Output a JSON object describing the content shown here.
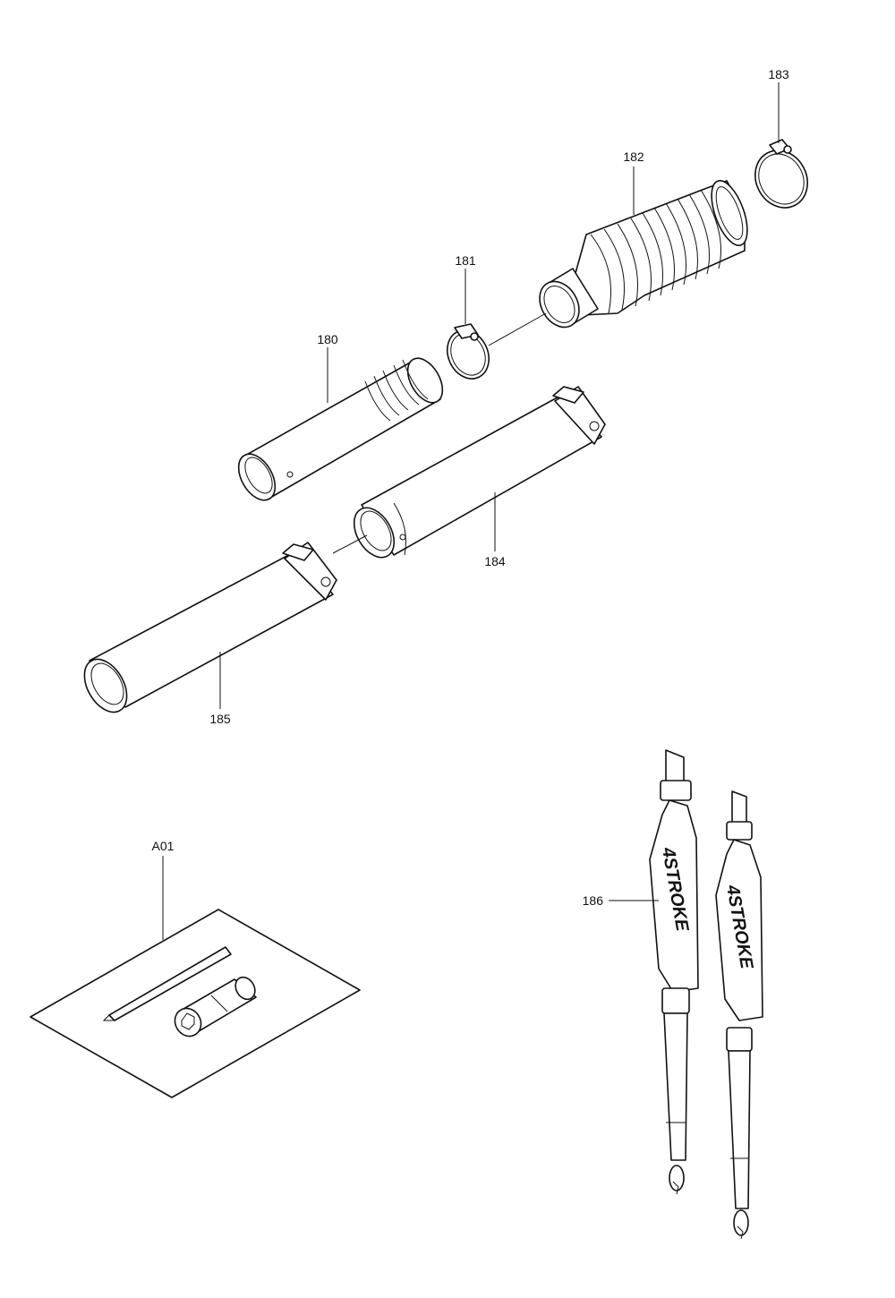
{
  "parts": {
    "p180": "180",
    "p181": "181",
    "p182": "182",
    "p183": "183",
    "p184": "184",
    "p185": "185",
    "p186": "186",
    "a01": "A01"
  },
  "strap_logo": "4STROKE"
}
